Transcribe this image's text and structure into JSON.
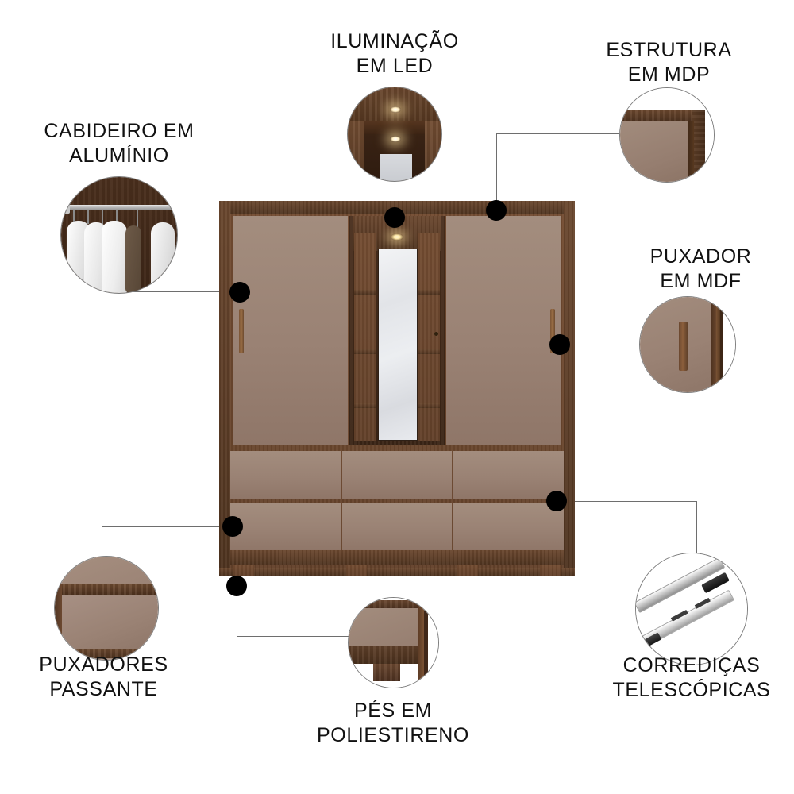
{
  "page": {
    "title": "Guarda-roupa - destaques do produto",
    "background": "#ffffff",
    "text_color": "#111111",
    "accent_dot_color": "#000000",
    "connector_color": "#6e6e6e"
  },
  "product": {
    "name": "guarda-roupa",
    "door_panel_color": "#9a8274",
    "frame_wood_color": "#5b3c26",
    "mirror_color": "#e6e8ec",
    "door_count": 2,
    "drawer_rows": 2,
    "drawer_columns": 3,
    "drawer_count": 6,
    "foot_count": 4,
    "has_center_mirror": true,
    "has_led_light": true
  },
  "callouts": [
    {
      "id": "cabideiro",
      "label": "CABIDEIRO EM\nALUMÍNIO",
      "icon": "hanging-rod-icon",
      "position": "left-top",
      "detail": "barra de cabideiro em alumínio com camisas brancas penduradas"
    },
    {
      "id": "iluminacao",
      "label": "ILUMINAÇÃO\nEM LED",
      "icon": "led-light-icon",
      "position": "top-center",
      "detail": "spot de LED aceso no topo do nicho central"
    },
    {
      "id": "estrutura",
      "label": "ESTRUTURA\nEM MDP",
      "icon": "panel-corner-icon",
      "position": "top-right",
      "detail": "canto da estrutura em MDP com borda amadeirada"
    },
    {
      "id": "puxador-mdf",
      "label": "PUXADOR\nEM MDF",
      "icon": "vertical-handle-icon",
      "position": "right-middle",
      "detail": "puxador vertical de MDF na porta"
    },
    {
      "id": "corredicas",
      "label": "CORREDIÇAS\nTELESCÓPICAS",
      "icon": "drawer-slide-icon",
      "position": "bottom-right",
      "detail": "par de corrediças telescópicas metálicas"
    },
    {
      "id": "pes",
      "label": "PÉS EM\nPOLIESTIRENO",
      "icon": "furniture-foot-icon",
      "position": "bottom-center",
      "detail": "pé em poliestireno na base do móvel"
    },
    {
      "id": "puxadores-passante",
      "label": "PUXADORES\nPASSANTE",
      "icon": "pass-through-handle-icon",
      "position": "bottom-left",
      "detail": "gavetas com puxador passante embutido"
    }
  ]
}
